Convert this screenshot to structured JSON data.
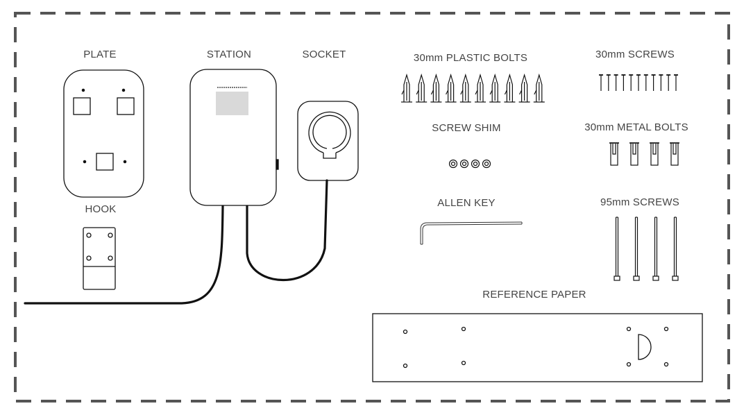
{
  "labels": {
    "plate": "PLATE",
    "station": "STATION",
    "socket": "SOCKET",
    "hook": "HOOK",
    "plastic_bolts": "30mm PLASTIC BOLTS",
    "screws_30": "30mm SCREWS",
    "screw_shim": "SCREW SHIM",
    "metal_bolts": "30mm METAL BOLTS",
    "allen_key": "ALLEN KEY",
    "screws_95": "95mm SCREWS",
    "reference_paper": "REFERENCE  PAPER"
  },
  "counts": {
    "plastic_bolts": 10,
    "screws_30": 11,
    "screw_shims": 4,
    "metal_bolts": 4,
    "screws_95": 4
  },
  "colors": {
    "line": "#111111",
    "frame_dash": "#555555",
    "text": "#444444",
    "screen": "#d9d9d9"
  }
}
